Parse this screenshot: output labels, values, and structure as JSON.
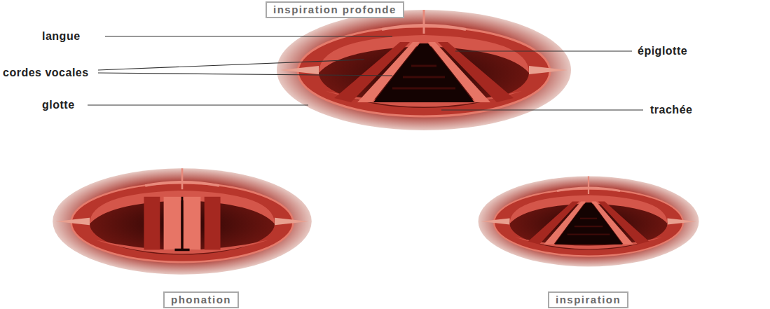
{
  "diagram": {
    "nodes": [
      {
        "text": [
          "inspiration profonde"
        ]
      },
      {
        "text": [
          "phonation"
        ]
      },
      {
        "text": [
          "inspiration"
        ]
      }
    ],
    "labels": [
      "langue",
      "épiglotte",
      "cordes vocales",
      "glotte",
      "trachée"
    ]
  }
}
